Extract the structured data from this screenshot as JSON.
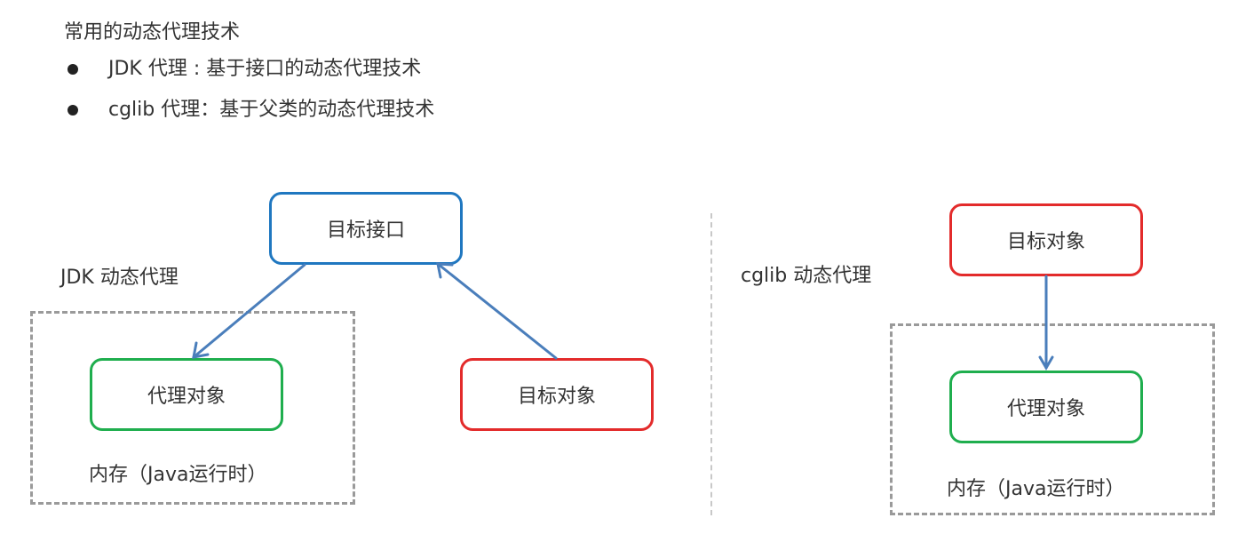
{
  "heading": "常用的动态代理技术",
  "bullets": [
    "JDK 代理 : 基于接口的动态代理技术",
    "cglib 代理：基于父类的动态代理技术"
  ],
  "jdk_diagram": {
    "label": "JDK 动态代理",
    "target_interface": "目标接口",
    "proxy_object": "代理对象",
    "target_object": "目标对象",
    "memory_label": "内存（Java运行时）"
  },
  "cglib_diagram": {
    "label": "cglib 动态代理",
    "target_object": "目标对象",
    "proxy_object": "代理对象",
    "memory_label": "内存（Java运行时）"
  },
  "colors": {
    "interface_border": "#1f77c0",
    "proxy_border": "#1fae4e",
    "target_border": "#e32b2b",
    "arrow": "#4a7ebb",
    "dashed_region": "#9a9a9a"
  }
}
